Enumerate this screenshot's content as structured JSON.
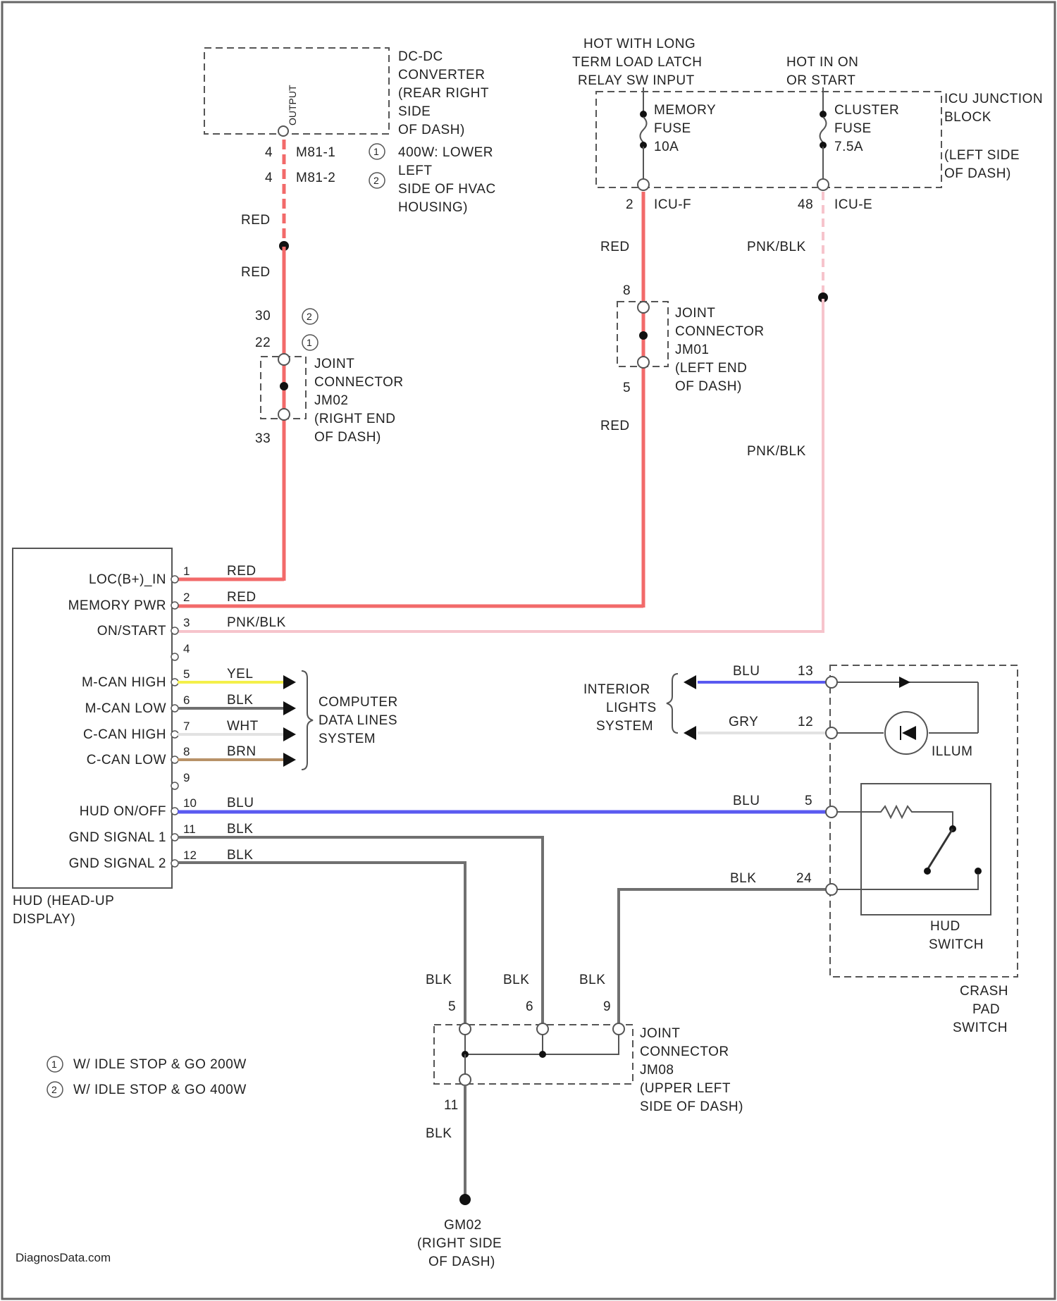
{
  "colors": {
    "red": "#f26a6a",
    "pink": "#f6c4cc",
    "blue": "#5a5af0",
    "yellow": "#f4f04a",
    "gray": "#707070",
    "white_wire": "#e2e2e2",
    "brown": "#b89268",
    "black": "#111111"
  },
  "dcdc": {
    "pin_name": "OUTPUT",
    "title": [
      "DC-DC",
      "CONVERTER",
      "(REAR RIGHT",
      "SIDE",
      "OF DASH)"
    ],
    "pins": [
      "4",
      "4"
    ],
    "connectors": [
      "M81-1",
      "M81-2"
    ],
    "note_marks": [
      "1",
      "2"
    ],
    "notes": [
      "400W: LOWER",
      "LEFT",
      "SIDE OF HVAC",
      "HOUSING)"
    ]
  },
  "memory_fuse": {
    "header": [
      "HOT WITH LONG",
      "TERM LOAD LATCH",
      "RELAY SW INPUT"
    ],
    "label": [
      "MEMORY",
      "FUSE",
      "10A"
    ],
    "pin": "2",
    "connector": "ICU-F"
  },
  "cluster_fuse": {
    "header": [
      "HOT IN ON",
      "OR START"
    ],
    "label": [
      "CLUSTER",
      "FUSE",
      "7.5A"
    ],
    "pin": "48",
    "connector": "ICU-E"
  },
  "icu": {
    "title": [
      "ICU JUNCTION",
      "BLOCK"
    ],
    "location": [
      "(LEFT SIDE",
      "OF DASH)"
    ]
  },
  "jm2": {
    "top_pins": [
      "30",
      "22"
    ],
    "bottom_pin": "33",
    "label": [
      "JOINT",
      "CONNECTOR",
      "JM02",
      "(RIGHT END",
      "OF DASH)"
    ]
  },
  "jm1": {
    "top_pin": "8",
    "bottom_pin": "5",
    "label": [
      "JOINT",
      "CONNECTOR",
      "JM01",
      "(LEFT END",
      "OF DASH)"
    ]
  },
  "wire_labels": {
    "red_upper": "RED",
    "red_lower": "RED",
    "mem_red_upper": "RED",
    "mem_red_lower": "RED",
    "pink_upper": "PNK/BLK",
    "pink_lower": "PNK/BLK"
  },
  "hud": {
    "title": [
      "HUD (HEAD-UP",
      "DISPLAY)"
    ],
    "pins": [
      {
        "num": "1",
        "name": "LOC(B+)_IN",
        "wire": "RED"
      },
      {
        "num": "2",
        "name": "MEMORY PWR",
        "wire": "RED"
      },
      {
        "num": "3",
        "name": "ON/START",
        "wire": "PNK/BLK"
      },
      {
        "num": "4",
        "name": "",
        "wire": ""
      },
      {
        "num": "5",
        "name": "M-CAN HIGH",
        "wire": "YEL"
      },
      {
        "num": "6",
        "name": "M-CAN LOW",
        "wire": "BLK"
      },
      {
        "num": "7",
        "name": "C-CAN HIGH",
        "wire": "WHT"
      },
      {
        "num": "8",
        "name": "C-CAN LOW",
        "wire": "BRN"
      },
      {
        "num": "9",
        "name": "",
        "wire": ""
      },
      {
        "num": "10",
        "name": "HUD ON/OFF",
        "wire": "BLU"
      },
      {
        "num": "11",
        "name": "GND SIGNAL 1",
        "wire": "BLK"
      },
      {
        "num": "12",
        "name": "GND SIGNAL 2",
        "wire": "BLK"
      }
    ]
  },
  "data_lines": [
    "COMPUTER",
    "DATA LINES",
    "SYSTEM"
  ],
  "interior_lights": [
    "INTERIOR",
    "LIGHTS",
    "SYSTEM"
  ],
  "switch_pins": {
    "p13": "13",
    "p13_wire": "BLU",
    "p12": "12",
    "p12_wire": "GRY",
    "p5": "5",
    "p5_wire": "BLU",
    "p24": "24",
    "p24_wire": "BLK"
  },
  "illum": "ILLUM",
  "hud_switch": [
    "HUD",
    "SWITCH"
  ],
  "crash_pad": [
    "CRASH",
    "PAD",
    "SWITCH"
  ],
  "jm8": {
    "pins": [
      "5",
      "6",
      "9"
    ],
    "wires": [
      "BLK",
      "BLK",
      "BLK"
    ],
    "bottom_pin": "11",
    "bottom_wire": "BLK",
    "label": [
      "JOINT",
      "CONNECTOR",
      "JM08",
      "(UPPER LEFT",
      "SIDE OF DASH)"
    ]
  },
  "ground": [
    "GM02",
    "(RIGHT SIDE",
    "OF DASH)"
  ],
  "legend": [
    {
      "mark": "1",
      "text": "W/ IDLE STOP & GO 200W"
    },
    {
      "mark": "2",
      "text": "W/ IDLE STOP & GO 400W"
    }
  ],
  "watermark": "DiagnosData.com"
}
